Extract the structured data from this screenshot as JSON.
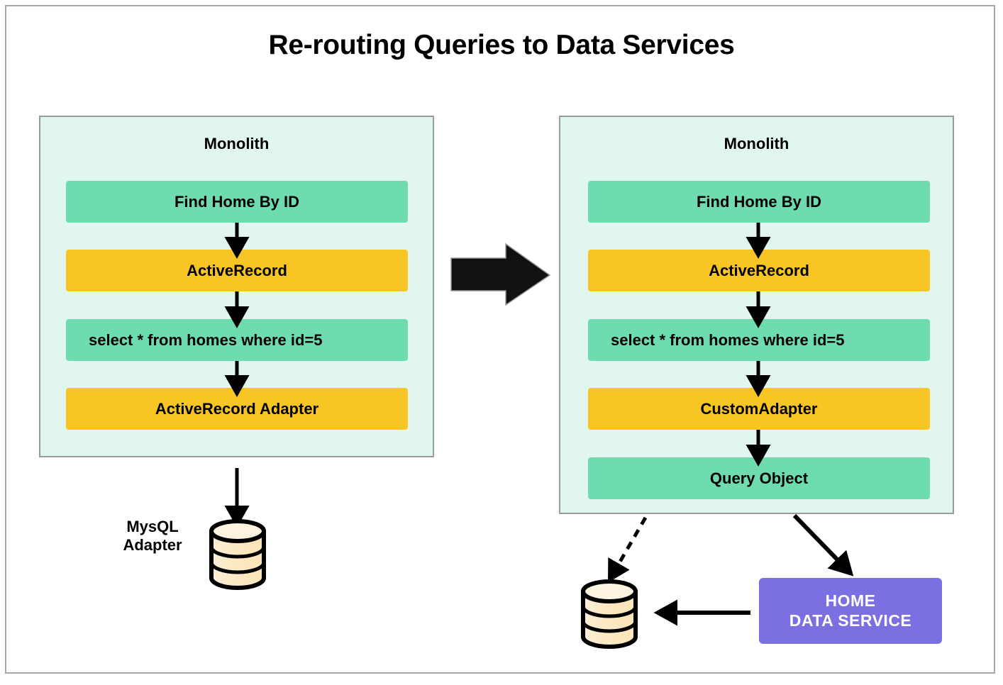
{
  "title": "Re-routing Queries to Data Services",
  "colors": {
    "panel_bg": "#e0f6ee",
    "panel_border": "#9a9a9a",
    "green": "#6edcaf",
    "orange": "#f7c524",
    "purple": "#7b70e2",
    "cylinder_fill": "#fce9c3",
    "cylinder_top": "#fdf3de",
    "stroke": "#000000",
    "frame": "#a7a7a7"
  },
  "left_panel": {
    "title": "Monolith",
    "boxes": [
      {
        "label": "Find Home By ID",
        "style": "green"
      },
      {
        "label": "ActiveRecord",
        "style": "orange"
      },
      {
        "label": "select * from homes where id=5",
        "style": "green"
      },
      {
        "label": "ActiveRecord Adapter",
        "style": "orange"
      }
    ],
    "database_label_line1": "MysQL",
    "database_label_line2": "Adapter",
    "database_name": "mysql-database-cylinder"
  },
  "right_panel": {
    "title": "Monolith",
    "boxes": [
      {
        "label": "Find Home By ID",
        "style": "green"
      },
      {
        "label": "ActiveRecord",
        "style": "orange"
      },
      {
        "label": "select * from homes where id=5",
        "style": "green"
      },
      {
        "label": "CustomAdapter",
        "style": "orange"
      },
      {
        "label": "Query Object",
        "style": "green"
      }
    ],
    "service_line1": "HOME",
    "service_line2": "DATA  SERVICE",
    "database_name": "home-database-cylinder"
  },
  "connectors": {
    "transform_arrow": "big-right-arrow",
    "dashed_to_db": "dashed-arrow-query-object-to-database",
    "query_to_service": "arrow-query-object-to-home-data-service",
    "service_to_db": "arrow-home-data-service-to-database"
  }
}
